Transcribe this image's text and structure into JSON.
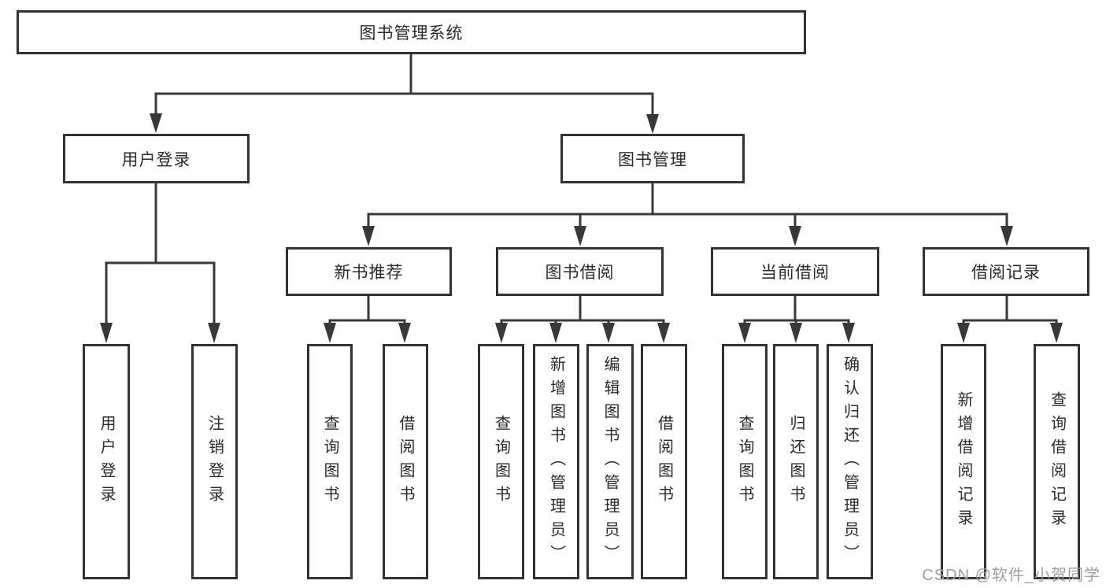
{
  "colors": {
    "line": "#383838",
    "border": "#333333",
    "fill": "#ffffff",
    "text": "#2a2a2a",
    "watermark": "#9e9e9e"
  },
  "diagram": {
    "root": {
      "label": "图书管理系统"
    },
    "level2": [
      {
        "label": "用户登录"
      },
      {
        "label": "图书管理"
      }
    ],
    "level3": [
      {
        "label": "新书推荐",
        "parent": "图书管理"
      },
      {
        "label": "图书借阅",
        "parent": "图书管理"
      },
      {
        "label": "当前借阅",
        "parent": "图书管理"
      },
      {
        "label": "借阅记录",
        "parent": "图书管理"
      }
    ],
    "leaves": [
      {
        "label": "用户登录",
        "parent": "用户登录"
      },
      {
        "label": "注销登录",
        "parent": "用户登录"
      },
      {
        "label": "查询图书",
        "parent": "新书推荐"
      },
      {
        "label": "借阅图书",
        "parent": "新书推荐"
      },
      {
        "label": "查询图书",
        "parent": "图书借阅"
      },
      {
        "label": "新增图书（管理员）",
        "parent": "图书借阅"
      },
      {
        "label": "编辑图书（管理员）",
        "parent": "图书借阅"
      },
      {
        "label": "借阅图书",
        "parent": "图书借阅"
      },
      {
        "label": "查询图书",
        "parent": "当前借阅"
      },
      {
        "label": "归还图书",
        "parent": "当前借阅"
      },
      {
        "label": "确认归还（管理员）",
        "parent": "当前借阅"
      },
      {
        "label": "新增借阅记录",
        "parent": "借阅记录"
      },
      {
        "label": "查询借阅记录",
        "parent": "借阅记录"
      }
    ]
  },
  "watermark": {
    "text": "CSDN @软件_小贺同学"
  }
}
